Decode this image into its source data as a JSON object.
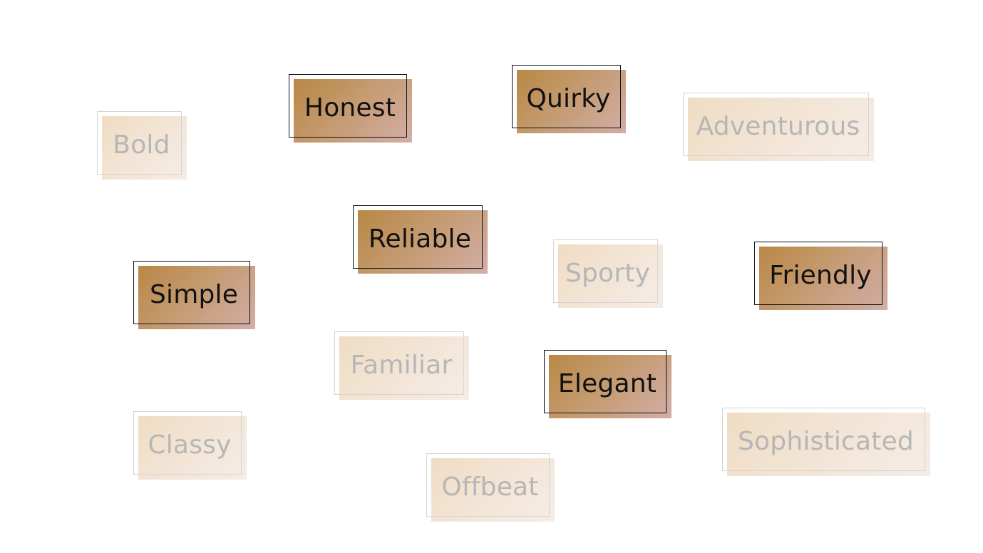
{
  "tags": {
    "bold": {
      "label": "Bold",
      "selected": false
    },
    "honest": {
      "label": "Honest",
      "selected": true
    },
    "quirky": {
      "label": "Quirky",
      "selected": true
    },
    "adventurous": {
      "label": "Adventurous",
      "selected": false
    },
    "reliable": {
      "label": "Reliable",
      "selected": true
    },
    "sporty": {
      "label": "Sporty",
      "selected": false
    },
    "friendly": {
      "label": "Friendly",
      "selected": true
    },
    "simple": {
      "label": "Simple",
      "selected": true
    },
    "familiar": {
      "label": "Familiar",
      "selected": false
    },
    "elegant": {
      "label": "Elegant",
      "selected": true
    },
    "classy": {
      "label": "Classy",
      "selected": false
    },
    "sophisticated": {
      "label": "Sophisticated",
      "selected": false
    },
    "offbeat": {
      "label": "Offbeat",
      "selected": false
    }
  },
  "colors": {
    "active_fill_start": "#b98845",
    "active_fill_end": "#d2aea7",
    "faded_fill_start": "#efdcc3",
    "faded_fill_end": "#f6ece6",
    "active_text": "#111111",
    "faded_text": "#b6b6b6",
    "active_border": "#111111",
    "faded_border": "#d4d4d4"
  }
}
